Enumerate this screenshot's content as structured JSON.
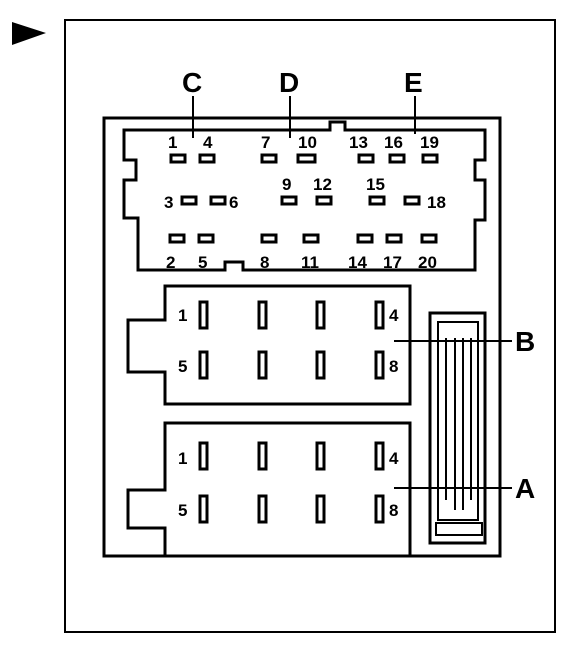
{
  "colors": {
    "ink": "#000000",
    "paper": "#ffffff"
  },
  "indicator": {
    "icon": "arrow-right-icon"
  },
  "callouts": {
    "c": "C",
    "d": "D",
    "e": "E",
    "b": "B",
    "a": "A"
  },
  "connector_top": {
    "pins": [
      "1",
      "2",
      "3",
      "4",
      "5",
      "6",
      "7",
      "8",
      "9",
      "10",
      "11",
      "12",
      "13",
      "14",
      "15",
      "16",
      "17",
      "18",
      "19",
      "20"
    ]
  },
  "connector_b": {
    "pins": [
      "1",
      "4",
      "5",
      "8"
    ]
  },
  "connector_a": {
    "pins": [
      "1",
      "4",
      "5",
      "8"
    ]
  }
}
